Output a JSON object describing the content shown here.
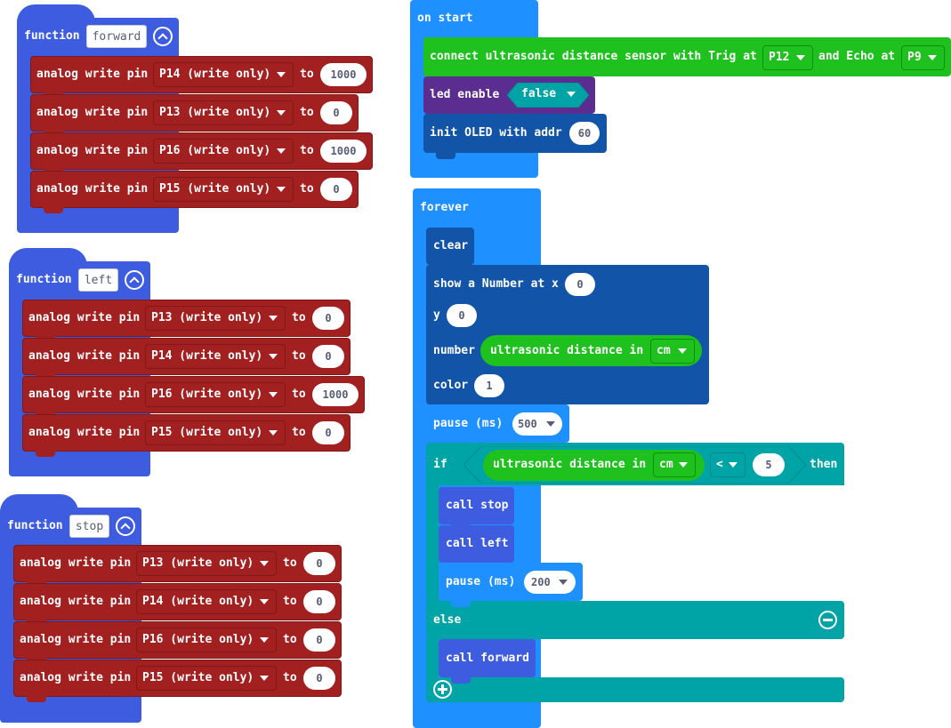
{
  "functions": [
    {
      "keyword": "function",
      "name": "forward",
      "rows": [
        {
          "label": "analog write pin",
          "pin": "P14 (write only)",
          "to": "to",
          "value": "1000"
        },
        {
          "label": "analog write pin",
          "pin": "P13 (write only)",
          "to": "to",
          "value": "0"
        },
        {
          "label": "analog write pin",
          "pin": "P16 (write only)",
          "to": "to",
          "value": "1000"
        },
        {
          "label": "analog write pin",
          "pin": "P15 (write only)",
          "to": "to",
          "value": "0"
        }
      ]
    },
    {
      "keyword": "function",
      "name": "left",
      "rows": [
        {
          "label": "analog write pin",
          "pin": "P13 (write only)",
          "to": "to",
          "value": "0"
        },
        {
          "label": "analog write pin",
          "pin": "P14 (write only)",
          "to": "to",
          "value": "0"
        },
        {
          "label": "analog write pin",
          "pin": "P16 (write only)",
          "to": "to",
          "value": "1000"
        },
        {
          "label": "analog write pin",
          "pin": "P15 (write only)",
          "to": "to",
          "value": "0"
        }
      ]
    },
    {
      "keyword": "function",
      "name": "stop",
      "rows": [
        {
          "label": "analog write pin",
          "pin": "P13 (write only)",
          "to": "to",
          "value": "0"
        },
        {
          "label": "analog write pin",
          "pin": "P14 (write only)",
          "to": "to",
          "value": "0"
        },
        {
          "label": "analog write pin",
          "pin": "P16 (write only)",
          "to": "to",
          "value": "0"
        },
        {
          "label": "analog write pin",
          "pin": "P15 (write only)",
          "to": "to",
          "value": "0"
        }
      ]
    }
  ],
  "on_start": {
    "label": "on start",
    "connect": {
      "text1": "connect ultrasonic distance sensor with Trig at",
      "trig": "P12",
      "text2": "and Echo at",
      "echo": "P9"
    },
    "led": {
      "text": "led enable",
      "value": "false"
    },
    "oled": {
      "text": "init OLED with addr",
      "value": "60"
    }
  },
  "forever": {
    "label": "forever",
    "clear": "clear",
    "show": {
      "text": "show a Number at x",
      "x": "0",
      "y_label": "y",
      "y": "0",
      "number_label": "number",
      "sensor_text": "ultrasonic distance in",
      "unit": "cm",
      "color_label": "color",
      "color": "1"
    },
    "pause1": {
      "text": "pause (ms)",
      "value": "500"
    },
    "if": {
      "if_label": "if",
      "sensor_text": "ultrasonic distance in",
      "unit": "cm",
      "op": "<",
      "value": "5",
      "then_label": "then",
      "call_stop": "call stop",
      "call_left": "call left",
      "pause": {
        "text": "pause (ms)",
        "value": "200"
      },
      "else_label": "else",
      "call_forward": "call forward"
    }
  }
}
